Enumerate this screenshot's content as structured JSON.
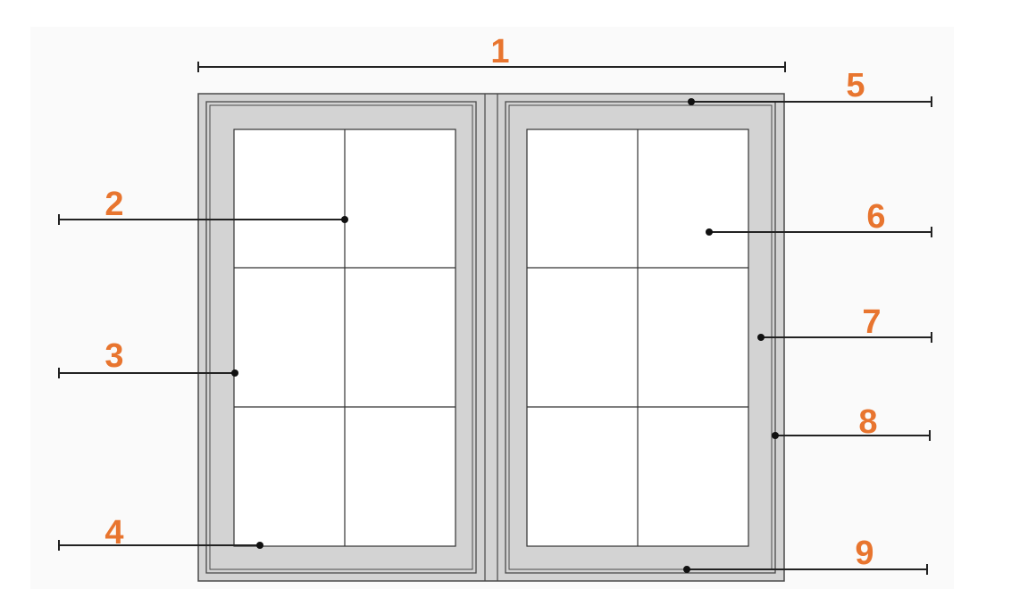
{
  "diagram": {
    "callouts": [
      {
        "id": "1",
        "label": "1"
      },
      {
        "id": "2",
        "label": "2"
      },
      {
        "id": "3",
        "label": "3"
      },
      {
        "id": "4",
        "label": "4"
      },
      {
        "id": "5",
        "label": "5"
      },
      {
        "id": "6",
        "label": "6"
      },
      {
        "id": "7",
        "label": "7"
      },
      {
        "id": "8",
        "label": "8"
      },
      {
        "id": "9",
        "label": "9"
      }
    ]
  },
  "colors": {
    "background": "#fafafa",
    "frame_fill": "#d3d3d3",
    "frame_stroke": "#4a4a4a",
    "glass_fill": "#ffffff",
    "muntin_stroke": "#333333",
    "leader_stroke": "#222222",
    "callout_text": "#e8752f"
  }
}
